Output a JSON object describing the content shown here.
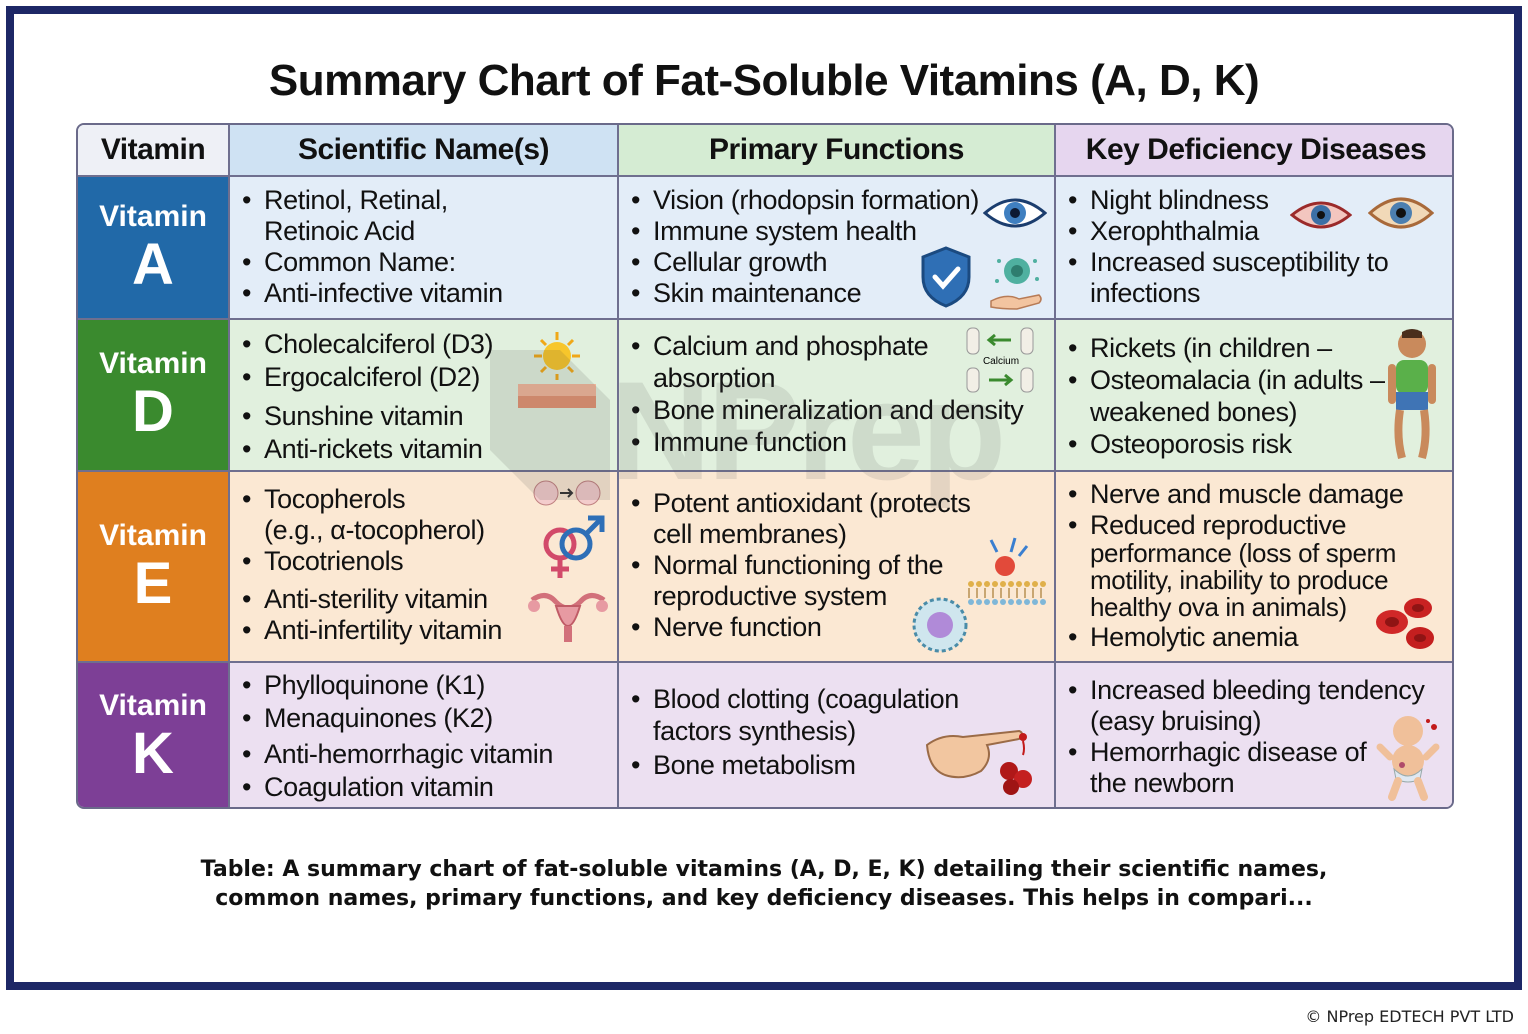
{
  "title": "Summary Chart of Fat-Soluble Vitamins (A, D, K)",
  "headers": {
    "vitamin": "Vitamin",
    "scientific": "Scientific Name(s)",
    "functions": "Primary Functions",
    "deficiency": "Key Deficiency Diseases"
  },
  "rows": [
    {
      "word": "Vitamin",
      "letter": "A",
      "scientific": [
        "Retinol, Retinal,",
        "Retinoic Acid",
        "Common Name:",
        "Anti-infective vitamin"
      ],
      "functions": [
        "Vision (rhodopsin formation)",
        "Immune system health",
        "Cellular growth",
        "Skin maintenance"
      ],
      "deficiency": [
        "Night blindness",
        "Xerophthalmia",
        "Increased susceptibility to",
        "infections"
      ]
    },
    {
      "word": "Vitamin",
      "letter": "D",
      "scientific": [
        "Cholecalciferol (D3)",
        "Ergocalciferol (D2)",
        "Sunshine vitamin",
        "Anti-rickets vitamin"
      ],
      "functions": [
        "Calcium and phosphate",
        "absorption",
        "Bone mineralization and density",
        "Immune function"
      ],
      "deficiency": [
        "Rickets (in children –",
        "Osteomalacia (in adults –",
        "weakened bones)",
        "Osteoporosis risk"
      ]
    },
    {
      "word": "Vitamin",
      "letter": "E",
      "scientific": [
        "Tocopherols",
        "(e.g., α-tocopherol)",
        "Tocotrienols",
        "Anti-sterility vitamin",
        "Anti-infertility vitamin"
      ],
      "functions": [
        "Potent antioxidant (protects",
        "cell membranes)",
        "Normal functioning of the",
        "reproductive system",
        "Nerve function"
      ],
      "deficiency": [
        "Nerve and muscle damage",
        "Reduced reproductive",
        "performance (loss of sperm",
        "motility, inability to produce",
        "healthy ova in animals)",
        "Hemolytic anemia"
      ]
    },
    {
      "word": "Vitamin",
      "letter": "K",
      "scientific": [
        "Phylloquinone (K1)",
        "Menaquinones (K2)",
        "Anti-hemorrhagic vitamin",
        "Coagulation vitamin"
      ],
      "functions": [
        "Blood clotting (coagulation",
        "factors synthesis)",
        "Bone metabolism"
      ],
      "deficiency": [
        "Increased bleeding tendency",
        "(easy bruising)",
        "Hemorrhagic disease of",
        "the newborn"
      ]
    }
  ],
  "icon_labels": {
    "calcium": "Calcium"
  },
  "watermark": "NPrep",
  "caption": "Table: A summary chart of fat-soluble vitamins (A, D, E, K) detailing their scientific names, common names, primary functions, and key deficiency diseases. This helps in compari...",
  "copyright": "© NPrep EDTECH PVT LTD",
  "colors": {
    "frame": "#1d2766",
    "vitaminA": "#2169a8",
    "vitaminD": "#3a8a2e",
    "vitaminE": "#df7f1f",
    "vitaminK": "#7d3f96",
    "header_scientific": "#cfe2f3",
    "header_functions": "#d5ecd3",
    "header_deficiency": "#e6d6ef"
  },
  "icons": [
    "eye-icon",
    "shield-check-icon",
    "hand-cell-icon",
    "red-eye-icon",
    "dry-eye-icon",
    "sun-skin-icon",
    "bones-calcium-icon",
    "child-figure-icon",
    "egg-cells-icon",
    "gender-symbols-icon",
    "uterus-icon",
    "membrane-icon",
    "cell-icon",
    "red-blood-cells-icon",
    "finger-blood-icon",
    "baby-bruise-icon"
  ]
}
